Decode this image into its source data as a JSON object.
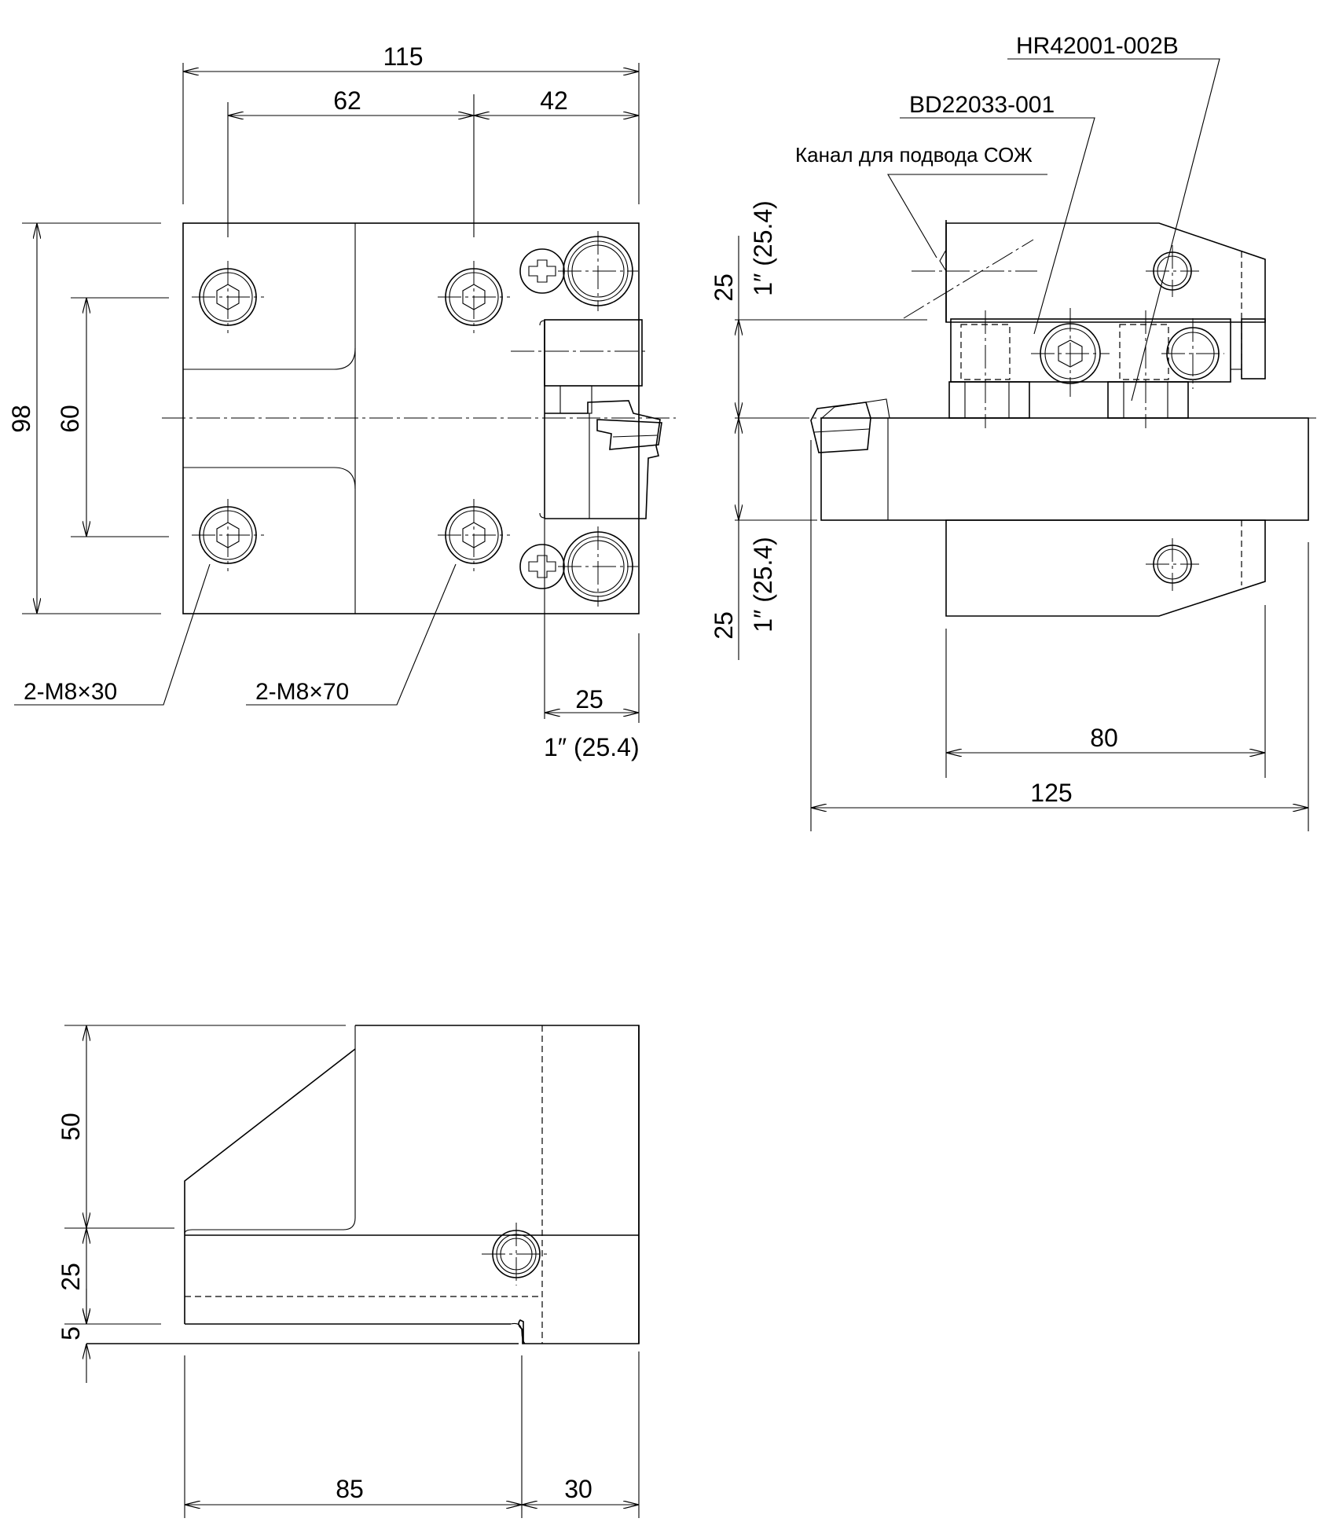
{
  "labels": {
    "part_holder": "HR42001-002B",
    "part_block": "BD22033-001",
    "coolant_channel": "Канал для подвода СОЖ",
    "screws_short": "2-M8×30",
    "screws_long": "2-M8×70"
  },
  "dimensions": {
    "top_overall_width": "115",
    "top_hole_pitch": "62",
    "top_hole_to_edge": "42",
    "top_overall_height": "98",
    "top_hole_vertical_pitch": "60",
    "top_shank_width": "25",
    "top_shank_width_inch": "1″ (25.4)",
    "side_upper_shank": "25",
    "side_upper_shank_inch": "1″ (25.4)",
    "side_lower_shank": "25",
    "side_lower_shank_inch": "1″ (25.4)",
    "side_body_length": "80",
    "side_overall_length": "125",
    "bottom_upper_height": "50",
    "bottom_middle_height": "25",
    "bottom_slot_height": "5",
    "bottom_left_length": "85",
    "bottom_right_length": "30"
  }
}
